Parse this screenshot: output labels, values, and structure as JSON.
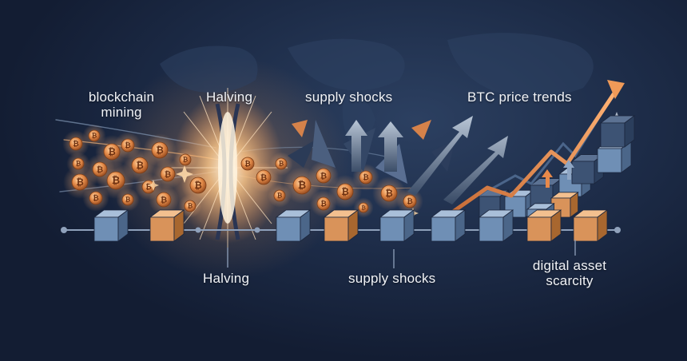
{
  "labels": {
    "blockchain_line1": "blockchain",
    "blockchain_line2": "mining",
    "halving_top": "Halving",
    "supply_shocks_top": "supply shocks",
    "btc_price_trends": "BTC price trends",
    "halving_bottom": "Halving",
    "supply_shocks_bottom": "supply shocks",
    "scarcity_line1": "digital asset",
    "scarcity_line2": "scarcity"
  },
  "icons": {
    "coin_glyph": "₿"
  },
  "colors": {
    "background": "#16223a",
    "coin_orange": "#e0894a",
    "block_blue": "#6f8fb5",
    "block_orange": "#d9935a",
    "arrow_orange": "#e8894a",
    "glow": "#ffd9a8"
  }
}
